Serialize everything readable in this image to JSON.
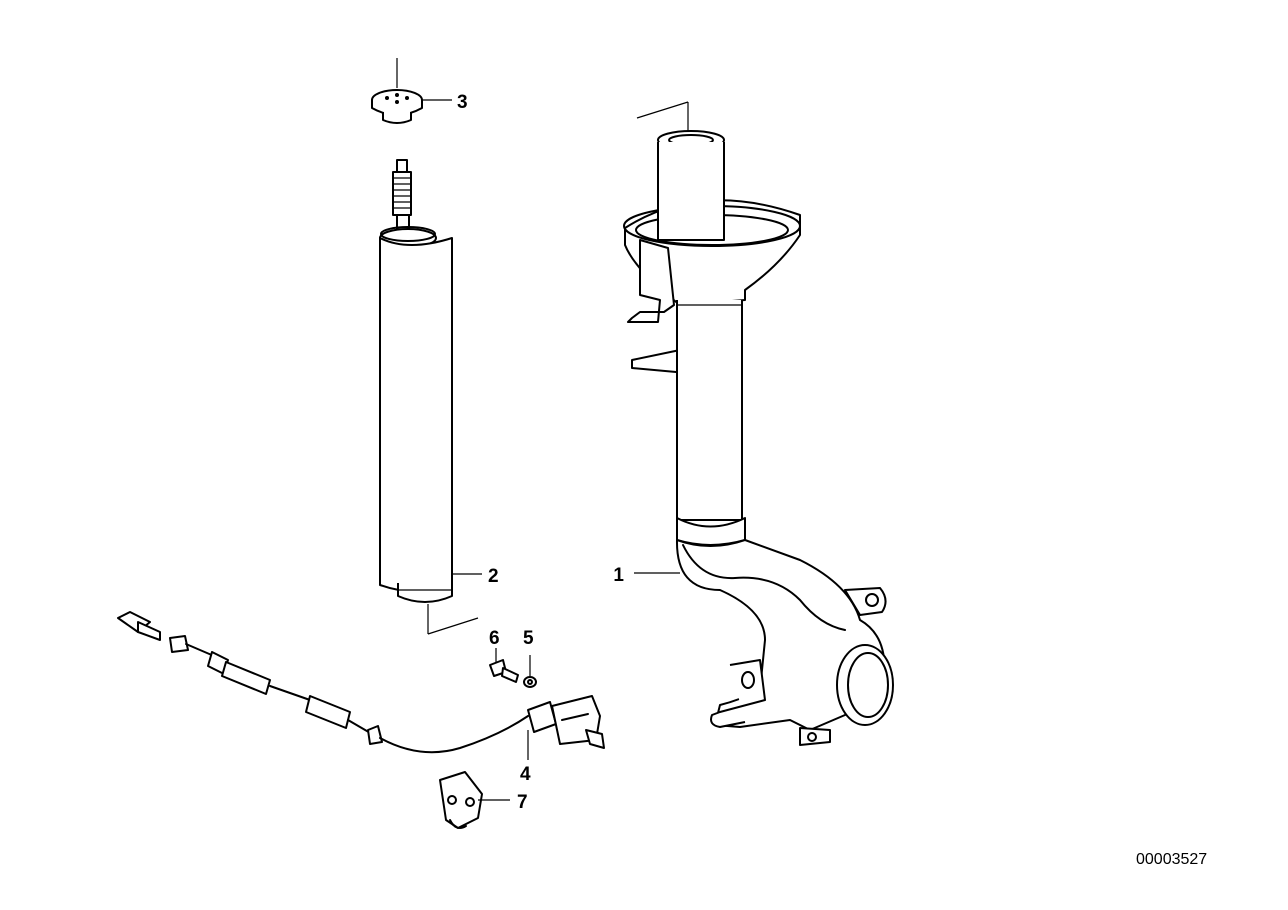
{
  "diagram": {
    "document_number": "00003527",
    "callouts": [
      {
        "id": "1",
        "text": "1"
      },
      {
        "id": "2",
        "text": "2"
      },
      {
        "id": "3",
        "text": "3"
      },
      {
        "id": "4",
        "text": "4"
      },
      {
        "id": "5",
        "text": "5"
      },
      {
        "id": "6",
        "text": "6"
      },
      {
        "id": "7",
        "text": "7"
      }
    ]
  }
}
